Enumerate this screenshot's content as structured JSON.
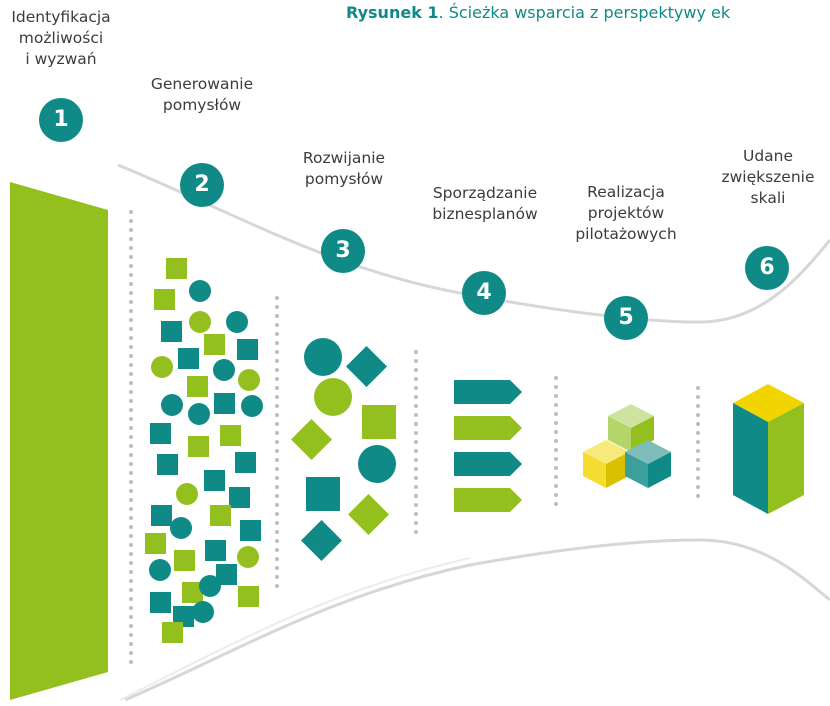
{
  "caption": {
    "prefix": "Rysunek 1",
    "text": ". Ścieżka wsparcia z perspektywy ek"
  },
  "stages": [
    {
      "number": "1",
      "label": "Identyfikacja\nmożliwości\ni wyzwań"
    },
    {
      "number": "2",
      "label": "Generowanie\npomysłów"
    },
    {
      "number": "3",
      "label": "Rozwijanie\npomysłów"
    },
    {
      "number": "4",
      "label": "Sporządzanie\nbiznesplanów"
    },
    {
      "number": "5",
      "label": "Realizacja\nprojektów\npilotażowych"
    },
    {
      "number": "6",
      "label": "Udane\nzwiększenie\nskali"
    }
  ],
  "colors": {
    "teal": "#0f8a86",
    "lime": "#93c01f",
    "light_lime": "#b5d56a",
    "yellow": "#f2d500",
    "grey_line": "#d7d7d7",
    "dotted": "#bdbdbd",
    "label_text": "#3c3c3c"
  }
}
